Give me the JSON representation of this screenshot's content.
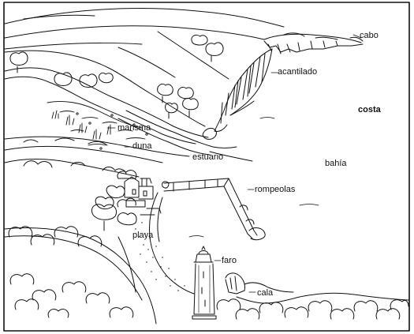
{
  "labels": {
    "cabo": "cabo",
    "acantilado": "acantilado",
    "costa": "costa",
    "marisma": "marisma",
    "duna": "duna",
    "estuario": "estuario",
    "bahia": "bahía",
    "rompeolas": "rompeolas",
    "playa": "playa",
    "faro": "faro",
    "cala": "cala"
  },
  "colors": {
    "ink": "#111111",
    "paper": "#ffffff"
  }
}
